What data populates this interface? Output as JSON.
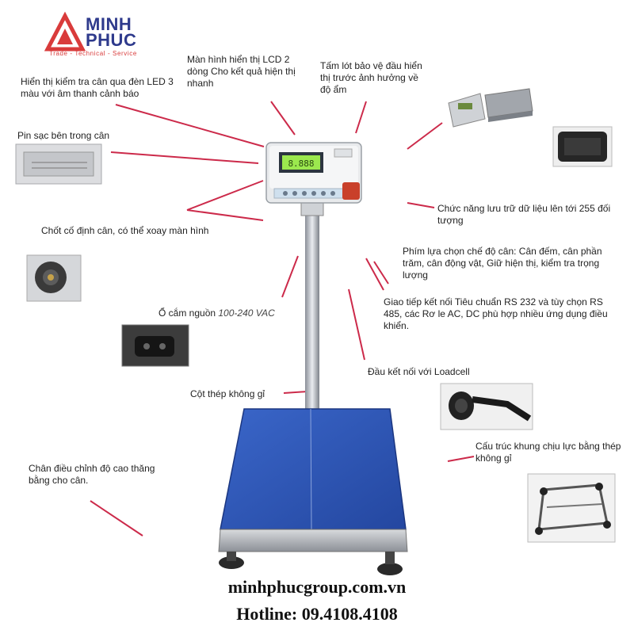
{
  "logo": {
    "line1": "MINH",
    "line2": "PHUC",
    "tagline": "Trade - Technical - Service"
  },
  "callouts": {
    "led": "Hiển thị kiểm tra cân qua đèn LED 3 màu với âm thanh cảnh báo",
    "lcd": "Màn hình hiển thị LCD 2 dòng Cho kết quả hiện thị nhanh",
    "cover": "Tấm lót bảo vệ đầu hiển thị trước ảnh hưởng về độ ẩm",
    "battery": "Pin sạc bên trong cân",
    "memory": "Chức năng lưu trữ dữ liệu lên tới 255 đối tượng",
    "pin": "Chốt cố định cân, có thể xoay  màn hình",
    "mode": "Phím lựa chọn chế độ cân: Cân đếm, cân phần trăm, cân động vật, Giữ hiện thị, kiểm tra trọng lượng",
    "interface": "Giao tiếp kết nối Tiêu chuẩn RS 232 và tùy chọn RS 485, các Rơ le AC, DC phù hợp nhiều ứng dụng điều khiển.",
    "power_prefix": "Ổ cắm nguồn ",
    "power_voltage": "100-240 VAC",
    "loadcell": "Đầu kết nối với Loadcell",
    "column": "Cột thép không gỉ",
    "frame": "Cấu trúc khung chịu lực bằng thép không gỉ",
    "feet": "Chân điều chỉnh độ cao thăng bằng cho cân."
  },
  "footer": {
    "website": "minhphucgroup.com.vn",
    "hotline": "Hotline: 09.4108.4108"
  },
  "colors": {
    "brand_blue": "#2e3a8c",
    "brand_red": "#d93b3b",
    "leader_line": "#cc2a4a",
    "platform_blue": "#2f56b8",
    "lcd_green": "#9be84e"
  }
}
